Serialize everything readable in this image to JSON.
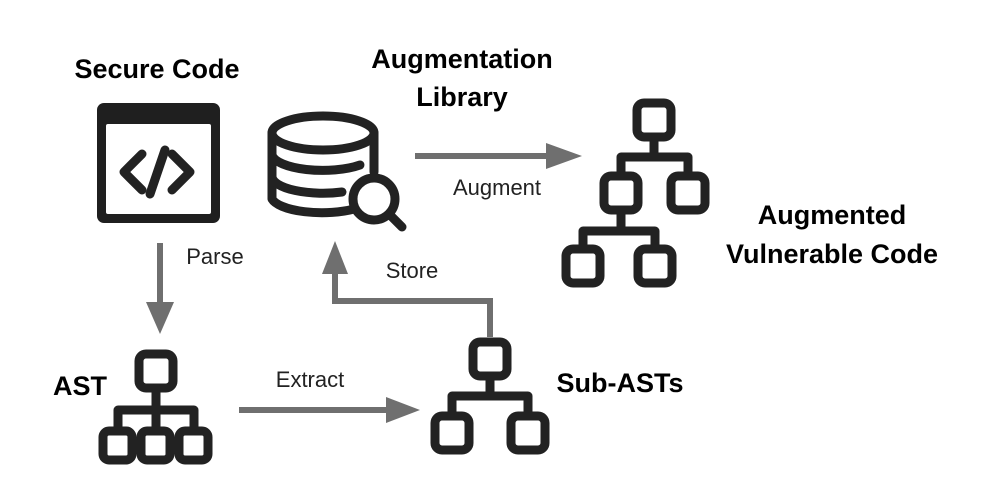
{
  "nodes": {
    "secure_code": "Secure Code",
    "augmentation_library_line1": "Augmentation",
    "augmentation_library_line2": "Library",
    "augmented_line1": "Augmented",
    "augmented_line2": "Vulnerable Code",
    "ast": "AST",
    "sub_asts": "Sub-ASTs"
  },
  "edges": {
    "parse": "Parse",
    "extract": "Extract",
    "store": "Store",
    "augment": "Augment"
  },
  "icons": {
    "secure_code": "code-window-icon",
    "library": "database-search-icon",
    "tree": "tree-hierarchy-icon"
  },
  "colors": {
    "icon": "#1f1f1f",
    "arrow": "#6f6f6f"
  }
}
